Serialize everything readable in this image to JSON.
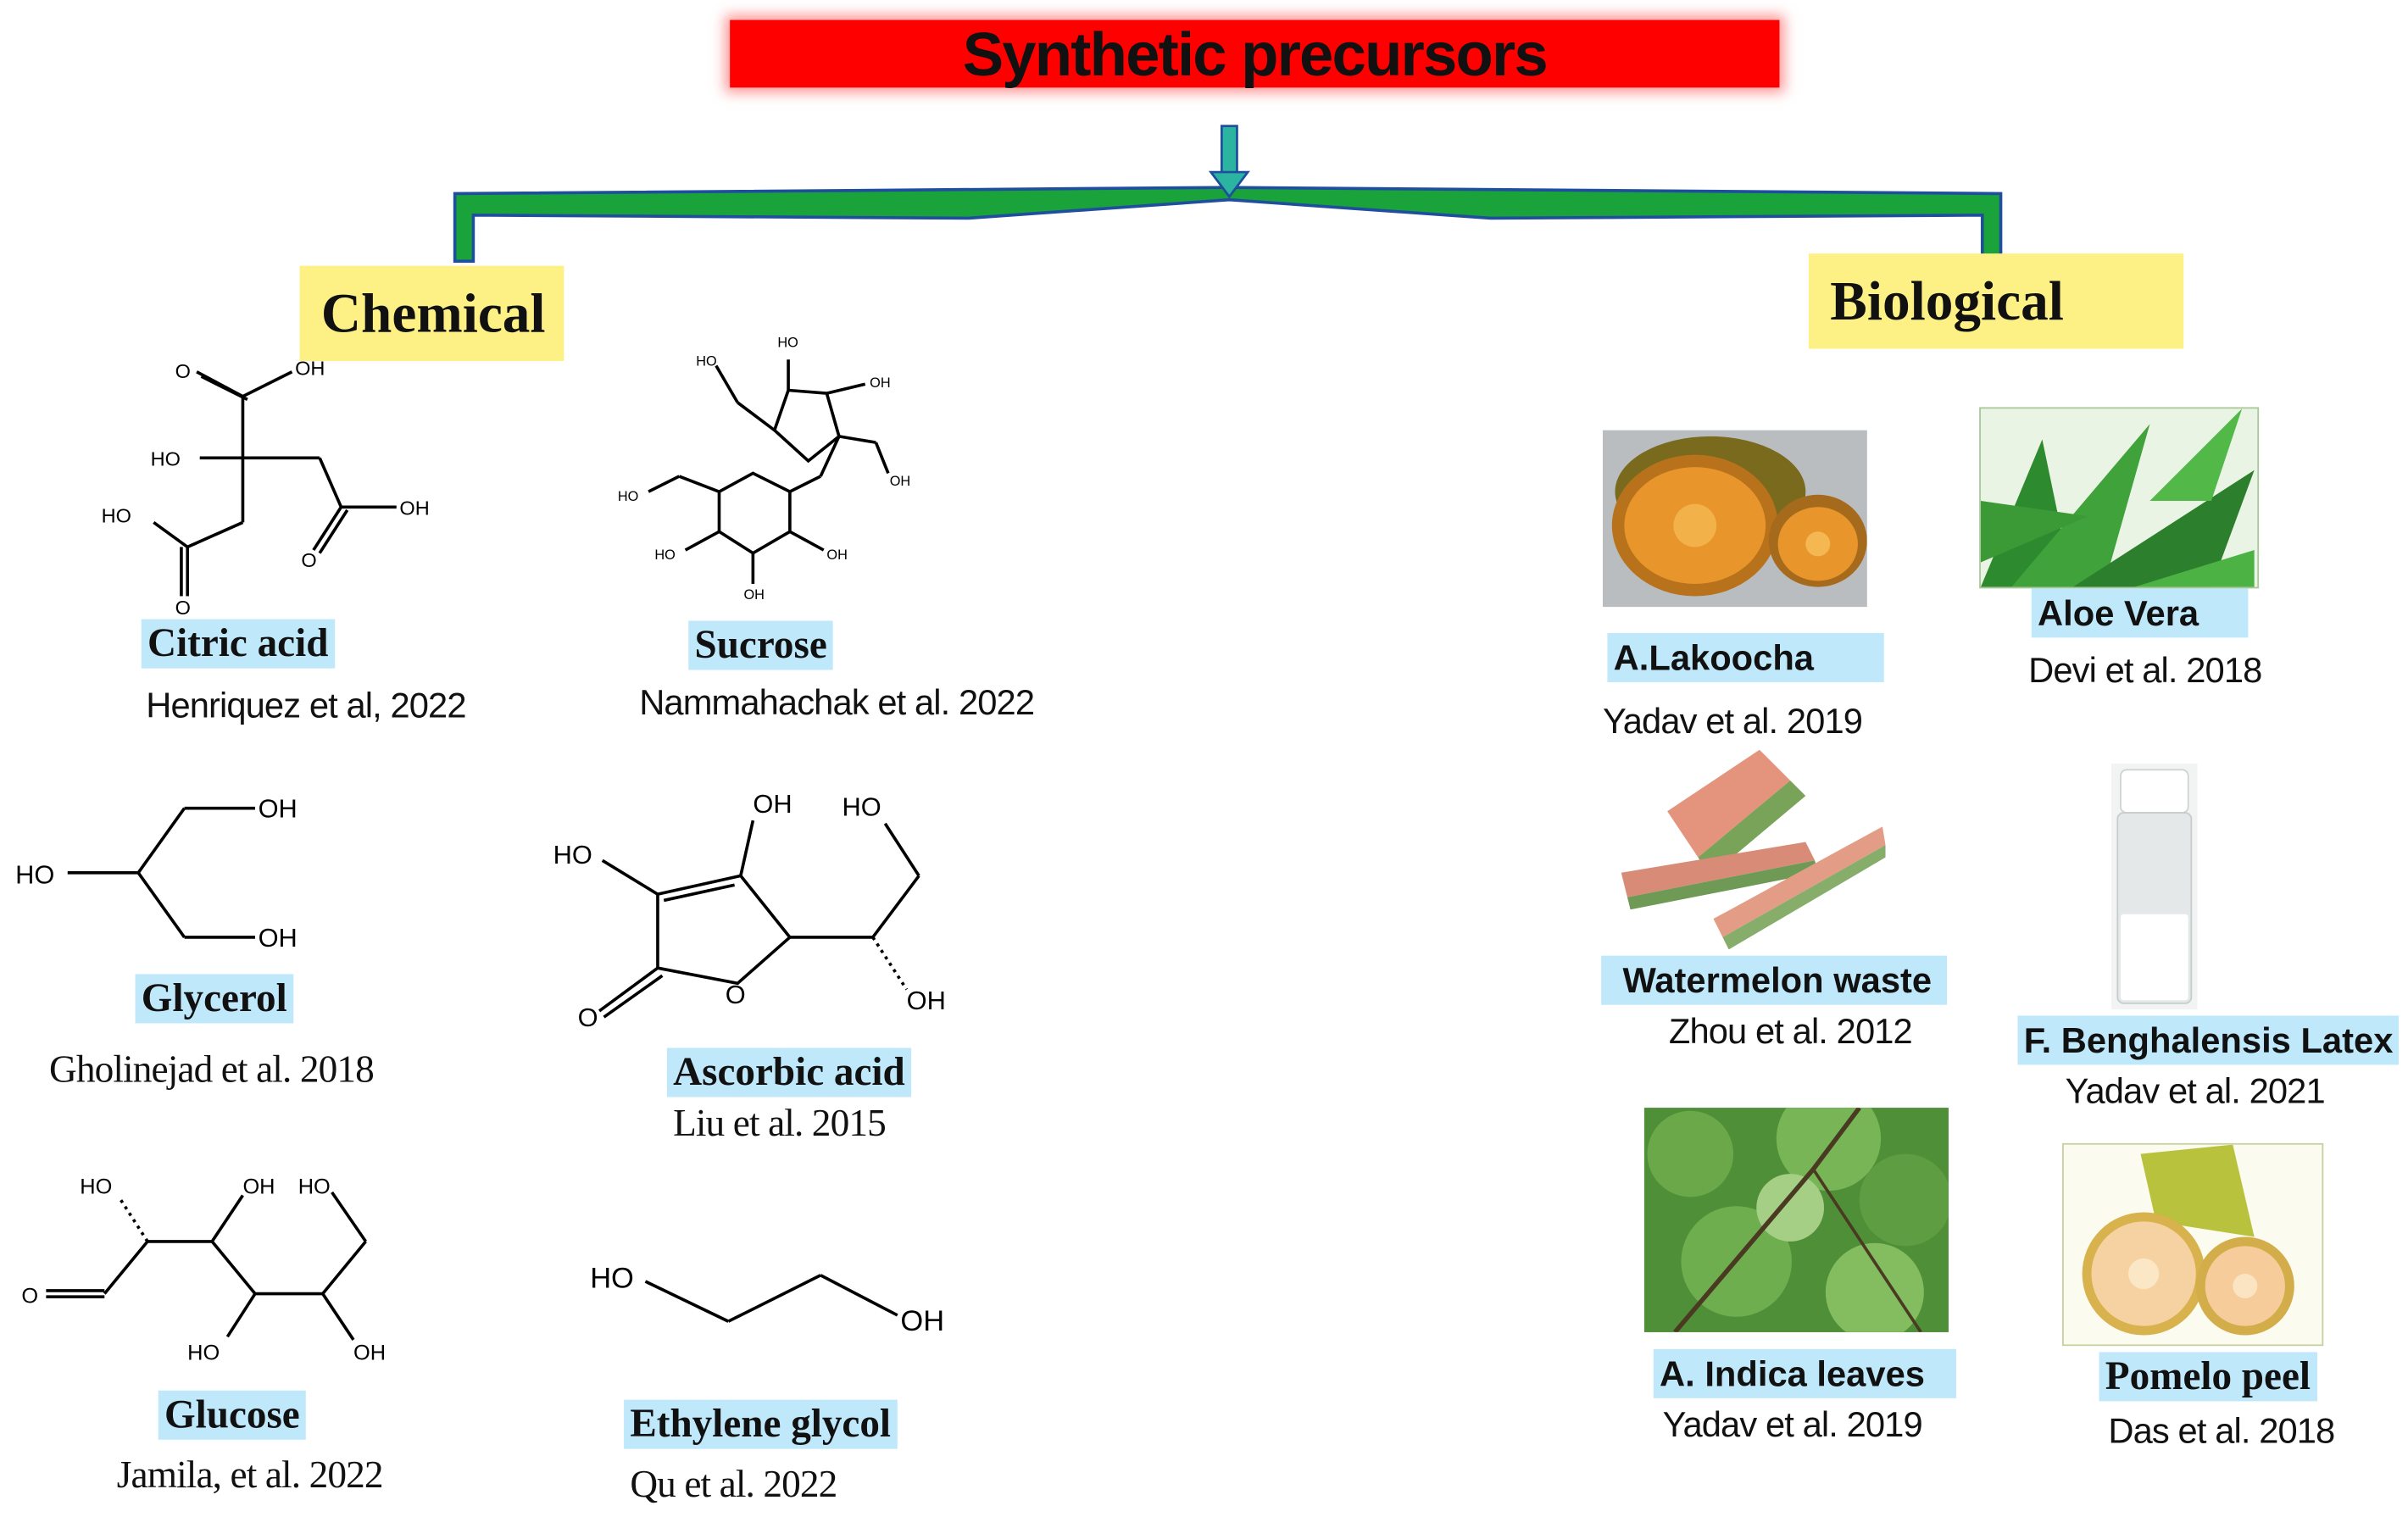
{
  "title": "Synthetic precursors",
  "branches": {
    "chemical": "Chemical",
    "biological": "Biological"
  },
  "chemical": [
    {
      "name": "Citric acid",
      "ref": "Henriquez et al, 2022"
    },
    {
      "name": "Sucrose",
      "ref": "Nammahachak et al. 2022"
    },
    {
      "name": "Glycerol",
      "ref": "Gholinejad et al. 2018"
    },
    {
      "name": "Ascorbic acid",
      "ref": "Liu et al. 2015"
    },
    {
      "name": "Glucose",
      "ref": "Jamila,  et al. 2022"
    },
    {
      "name": "Ethylene glycol",
      "ref": "Qu et al. 2022"
    }
  ],
  "biological": [
    {
      "name": "A.Lakoocha",
      "ref": "Yadav et al. 2019"
    },
    {
      "name": "Aloe Vera",
      "ref": "Devi et al. 2018"
    },
    {
      "name": "Watermelon waste",
      "ref": "Zhou et al. 2012"
    },
    {
      "name": "F. Benghalensis Latex",
      "ref": "Yadav et al. 2021"
    },
    {
      "name": "A. Indica leaves",
      "ref": "Yadav et al. 2019"
    },
    {
      "name": "Pomelo peel",
      "ref": "Das et al. 2018"
    }
  ],
  "atoms": {
    "oh": "OH",
    "ho": "HO",
    "o": "O"
  },
  "colors": {
    "title_bar": "#ff0000",
    "bracket_fill": "#1aa33a",
    "bracket_stroke": "#1f4e9e",
    "arrow": "#2bb5a0",
    "branch_label_bg": "#fdf185",
    "name_label_bg": "#bfe9fb"
  }
}
